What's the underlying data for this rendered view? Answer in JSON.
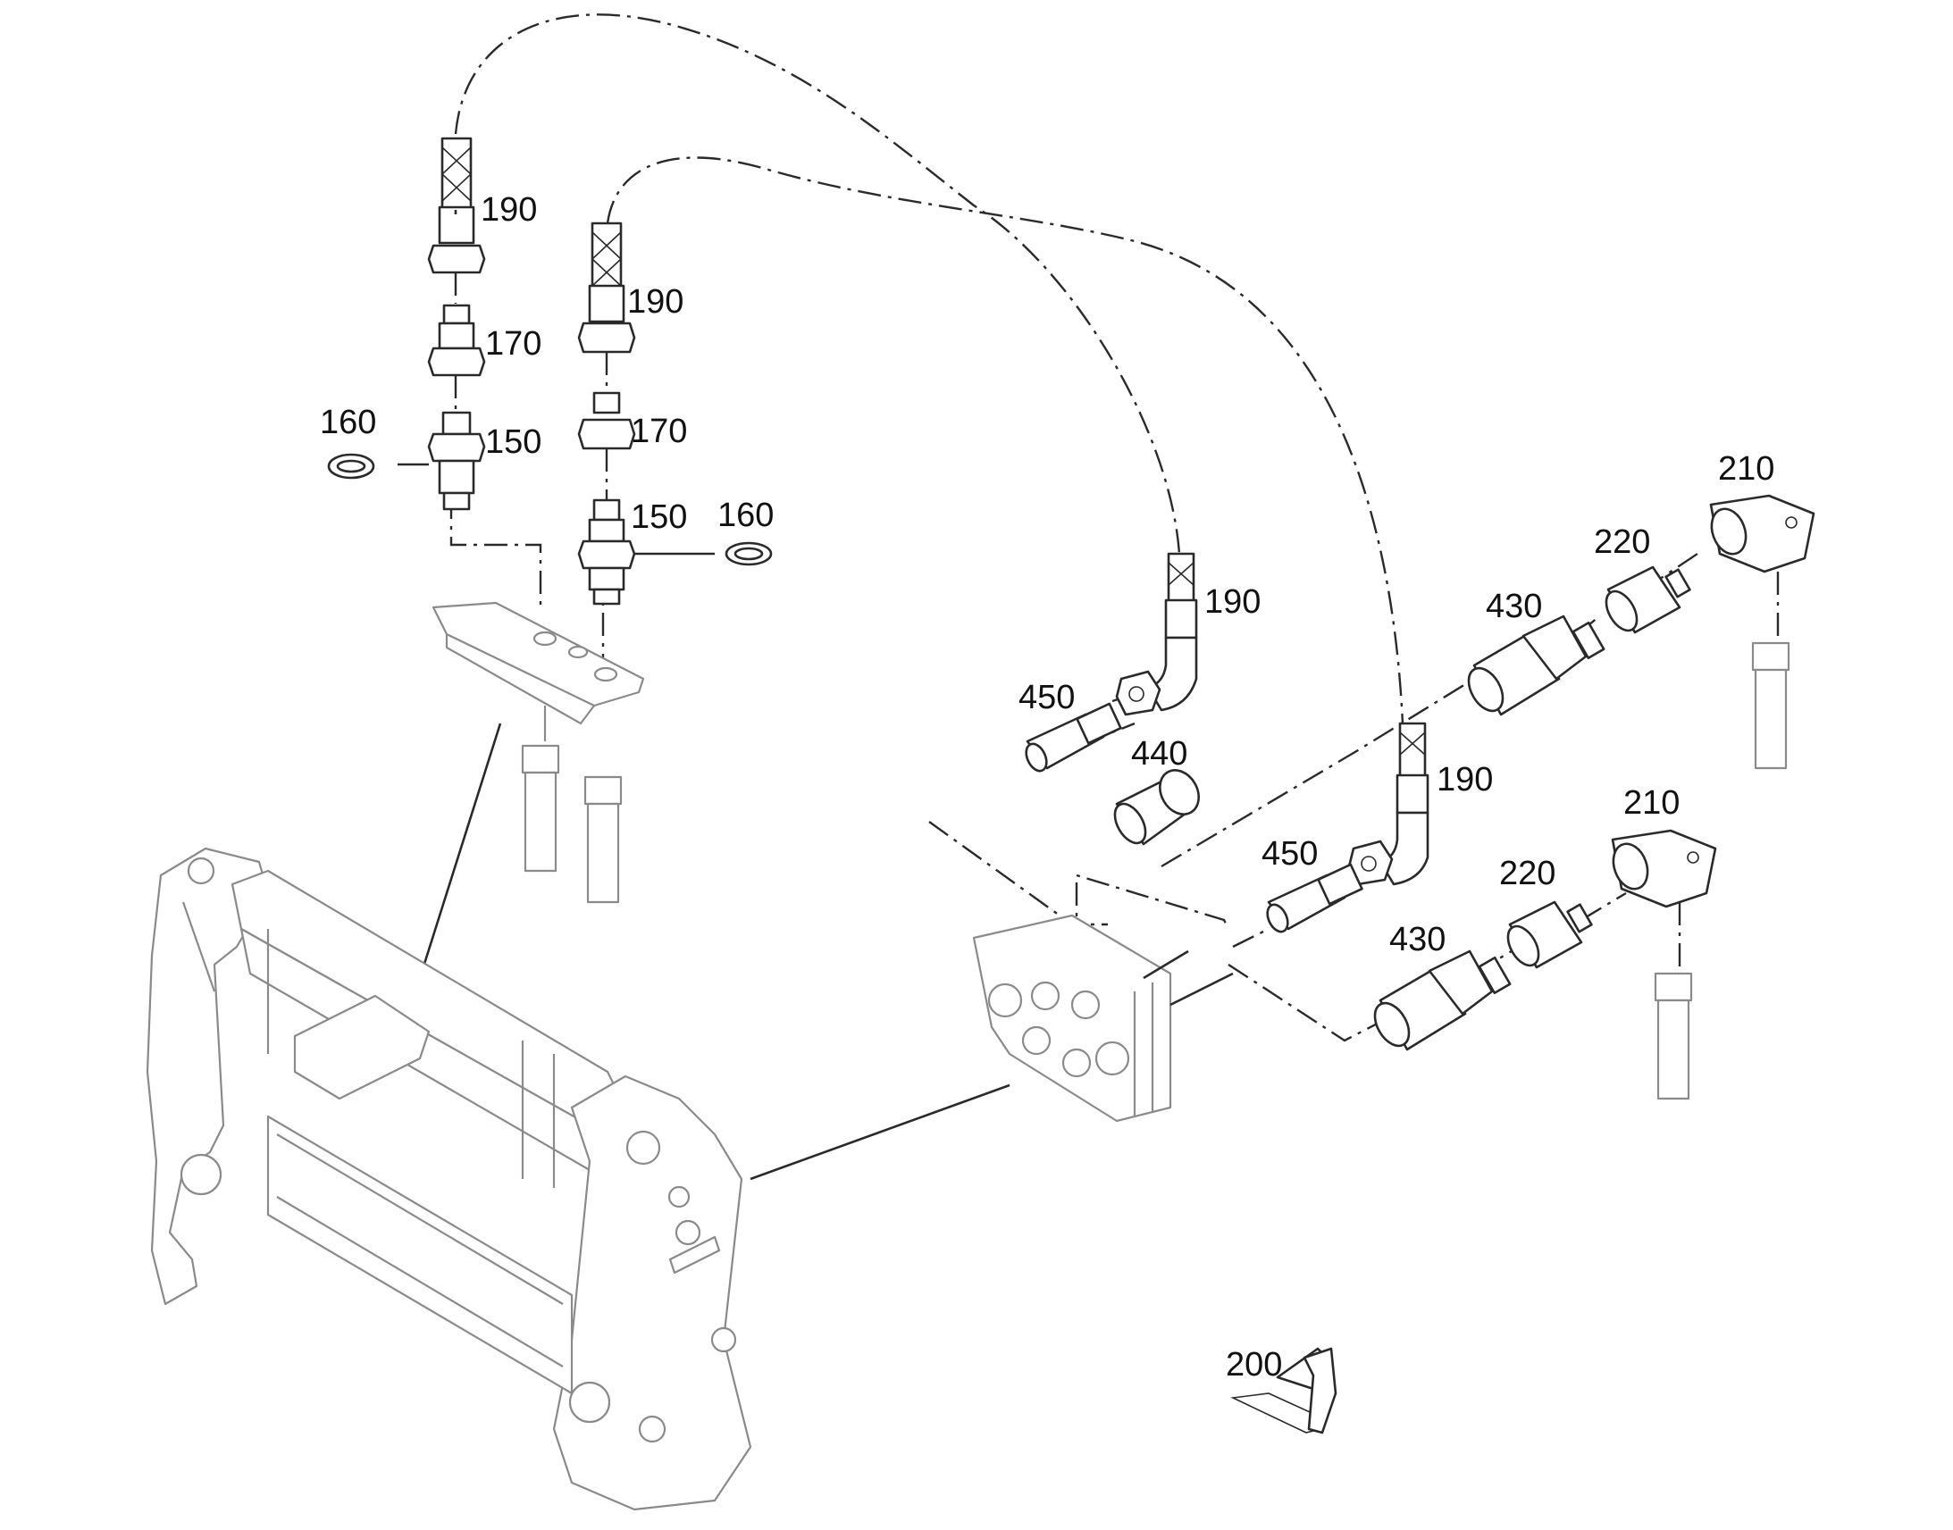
{
  "colors": {
    "line": "#2a2a2a",
    "faded": "#8a8a8a",
    "background": "#ffffff"
  },
  "callouts": {
    "hose_a_top": "190",
    "hose_b_top": "190",
    "hose_c_right": "190",
    "hose_d_right": "190",
    "adapter_a": "170",
    "adapter_b": "170",
    "coupler_a": "150",
    "coupler_b": "150",
    "seal_a": "160",
    "seal_b": "160",
    "elbow_upper": "210",
    "elbow_lower": "210",
    "nut_upper": "220",
    "nut_lower": "220",
    "coupling_upper": "430",
    "coupling_lower": "430",
    "cap": "440",
    "plug_upper": "450",
    "plug_lower": "450",
    "cable_tie": "200"
  }
}
